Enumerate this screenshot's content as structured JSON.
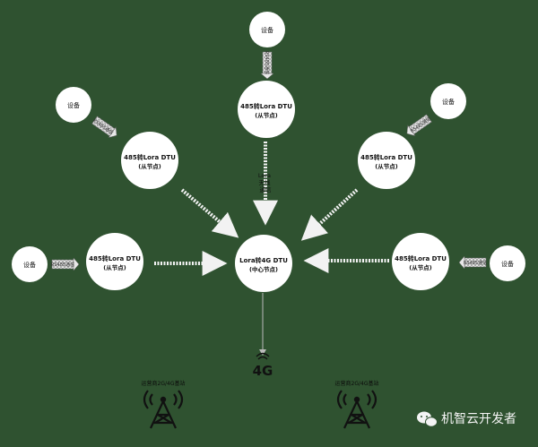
{
  "nodes": {
    "device_label": "设备",
    "dtu_line1": "485转Lora DTU",
    "dtu_line2": "(从节点)",
    "center_line1": "Lora转4G DTU",
    "center_line2": "(中心节点)"
  },
  "links": {
    "rs485": "RS485通信",
    "lora_vertical": "Lora\n无线\n通信"
  },
  "network": {
    "badge": "4G",
    "tower_label": "运营商2G/4G基站"
  },
  "watermark": {
    "text": "机智云开发者"
  },
  "colors": {
    "background": "#2f5230",
    "node_fill": "#ffffff",
    "arrow": "#f2f2f2"
  }
}
